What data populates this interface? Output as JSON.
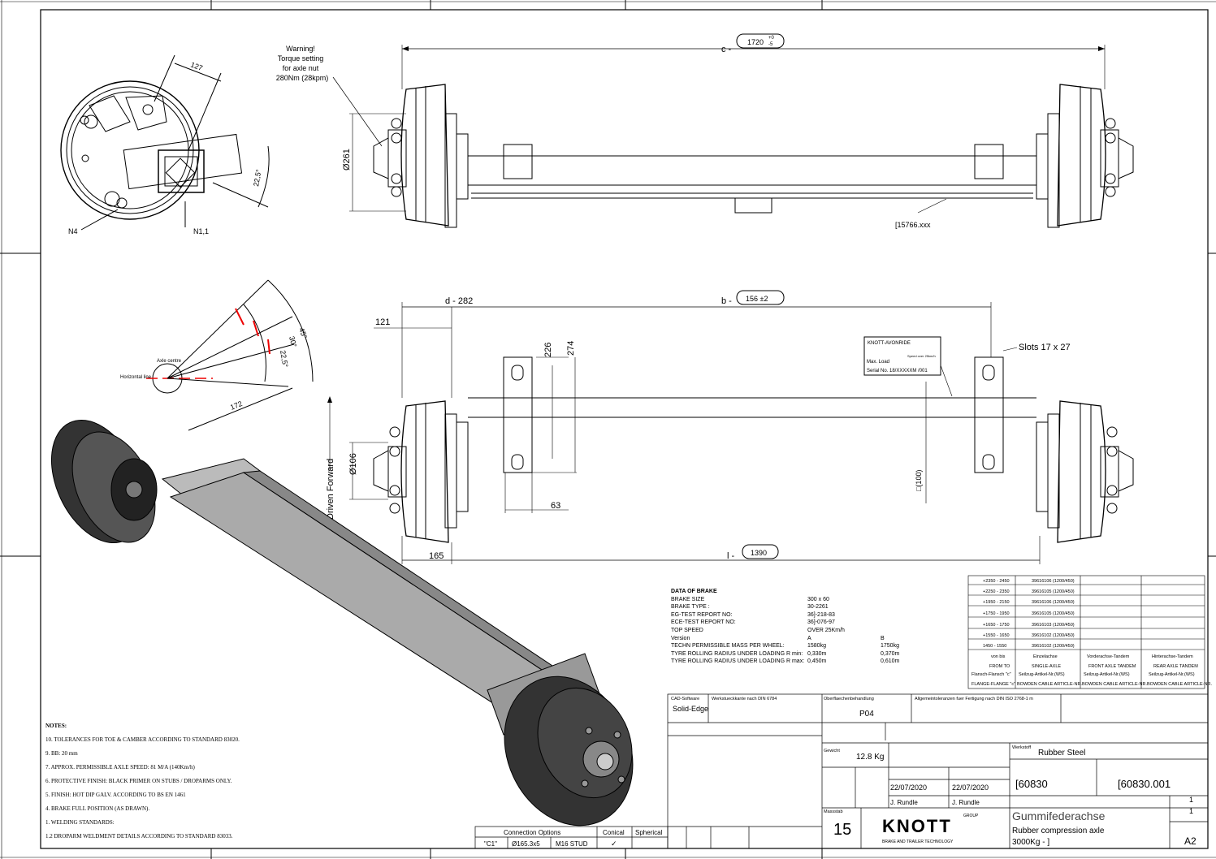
{
  "dimensions": {
    "c": "1720",
    "c_label": "c -",
    "c_tol_plus": "+0",
    "c_tol_minus": "-5",
    "b": "156 ±2",
    "b_label": "b -",
    "d": "d - 282",
    "l": "1390",
    "l_label": "l -",
    "d121": "121",
    "d165": "165",
    "d63": "63",
    "d226": "226",
    "d274": "274",
    "d100": "□(100)",
    "dia261": "Ø261",
    "dia106": "Ø106",
    "d127": "127",
    "d225": "22,5°",
    "n4": "N4",
    "n11": "N1,1",
    "slots": "Slots 17 x 27",
    "partno": "[15766.xxx",
    "driven": "Driven Forward",
    "warning_lines": [
      "Warning!",
      "Torque setting",
      "for axle nut",
      "280Nm (28kpm)"
    ]
  },
  "angle_diagram": {
    "a45": "45°",
    "a30": "30°",
    "a225": "22,5°",
    "r172": "172",
    "h_label": "Horizontal line",
    "c_label": "Axle centre"
  },
  "nameplate": {
    "company": "KNOTT-AVONRIDE",
    "max_load": "Max. Load",
    "speed": "Speed over 25km/h",
    "serial": "Serial No. 18/XXXXXM /001"
  },
  "brake_data": {
    "title": "DATA OF BRAKE",
    "rows": [
      {
        "k": "BRAKE SIZE",
        "v": "300 x 60",
        "v2": ""
      },
      {
        "k": "BRAKE TYPE :",
        "v": "30-2261",
        "v2": ""
      },
      {
        "k": "EG-TEST REPORT NO:",
        "v": "36]-218-83",
        "v2": ""
      },
      {
        "k": "ECE-TEST REPORT NO:",
        "v": "36]-076-97",
        "v2": ""
      },
      {
        "k": "TOP SPEED",
        "v": "OVER 25Km/h",
        "v2": ""
      },
      {
        "k": "Version",
        "v": "A",
        "v2": "B"
      },
      {
        "k": "TECHN PERMISSIBLE MASS PER WHEEL:",
        "v": "1580kg",
        "v2": "1750kg"
      },
      {
        "k": "",
        "v": "",
        "v2": ""
      },
      {
        "k": "TYRE ROLLING RADIUS UNDER LOADING R min:",
        "v": "0,330m",
        "v2": "0,370m"
      },
      {
        "k": "TYRE ROLLING RADIUS UNDER LOADING R max:",
        "v": "0,450m",
        "v2": "0,610m"
      }
    ]
  },
  "notes": {
    "title": "NOTES:",
    "items": [
      "10. TOLERANCES FOR TOE & CAMBER ACCORDING TO STANDARD 83020.",
      "9.  BB:         20 mm",
      "7.  APPROX. PERMISSIBLE AXLE SPEED: 81 M/A (140Km/h)",
      "6.  PROTECTIVE FINISH: BLACK PRIMER ON STUBS / DROPARMS ONLY.",
      "5.  FINISH: HOT DIP GALV. ACCORDING TO BS EN 1461",
      "4.  BRAKE FULL POSITION (AS DRAWN).",
      "1.  WELDING STANDARDS:",
      "      1.2 DROPARM WELDMENT DETAILS ACCORDING TO STANDARD 83033."
    ]
  },
  "connection": {
    "title": "Connection Options",
    "conical": "Conical",
    "spherical": "Spherical",
    "c1": "\"C1\"",
    "pcd": "Ø165.3x5",
    "stud": "M16 STUD",
    "check": "✓"
  },
  "range_table": {
    "rows": [
      [
        "+2350 - 2450",
        "39616106 (1200/450)"
      ],
      [
        "+2250 - 2350",
        "39616105 (1200/450)"
      ],
      [
        "+1950 - 2150",
        "39616106 (1200/450)"
      ],
      [
        "+1750 - 1950",
        "39616105 (1200/450)"
      ],
      [
        "+1650 - 1750",
        "39616103 (1200/450)"
      ],
      [
        "+1550 - 1650",
        "39616102 (1200/450)"
      ],
      [
        "1450 - 1550",
        "39616102 (1200/450)"
      ]
    ],
    "head": {
      "von": "von  bis",
      "from": "FROM  TO",
      "flansch": "Flansch-Flansch \"c\"",
      "flange": "FLANGE-FLANGE \"c\"",
      "einzel": "Einzelachse",
      "single": "SINGLE-AXLE",
      "seilzug": "Seilzug-Artikel-Nr.(WS)",
      "bowden": "BOWDEN CABLE ARTICLE-NR.",
      "vorder": "Vorderachse-Tandem",
      "front": "FRONT AXLE TANDEM",
      "hinter": "Hinterachse-Tandem",
      "rear": "REAR AXLE TANDEM"
    }
  },
  "title_block": {
    "cad_label": "CAD-Software",
    "cad_value": "Solid-Edge",
    "wz_label": "Werkstueckkante nach DIN 6784",
    "surface_label": "Oberflaechenbehandlung",
    "surface_value": "P04",
    "tol_label": "Allgemeintoleranzen fuer Fertigung nach DIN ISO 2768-1 m",
    "weight_label": "Gewicht",
    "weight_value": "12.8 Kg",
    "material_label": "Werkstoff",
    "material_value": "Rubber Steel",
    "drawing_no": "[60830",
    "article_no": "[60830.001",
    "date1": "22/07/2020",
    "date2": "22/07/2020",
    "name1": "J. Rundle",
    "name2": "J. Rundle",
    "scale_label": "Massstab",
    "scale": "15",
    "title_de": "Gummifederachse",
    "title_en": "Rubber compression axle",
    "title_load": "3000Kg - ]",
    "sheet": "1",
    "of": "1",
    "size": "A2",
    "company": "KNOTT",
    "company_sub": "BRAKE AND TRAILER TECHNOLOGY",
    "group": "GROUP"
  }
}
